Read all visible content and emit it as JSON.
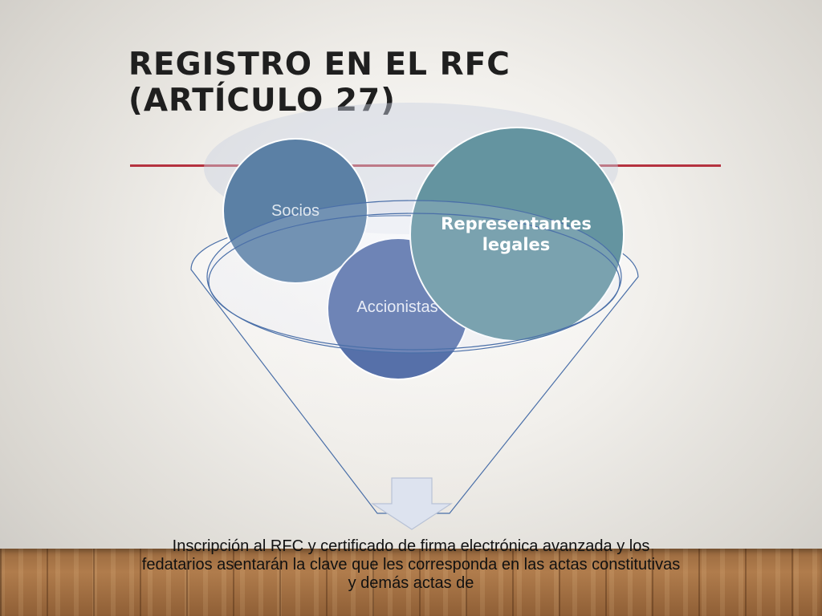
{
  "title": "REGISTRO EN EL RFC (ARTÍCULO 27)",
  "circles": {
    "socios": "Socios",
    "accionistas": "Accionistas",
    "representantes": "Representantes legales"
  },
  "caption": "Inscripción al RFC y certificado de firma electrónica avanzada y los fedatarios asentarán la clave que les corresponda en las actas constitutivas y demás actas de",
  "colors": {
    "accent_rule": "#b5323f",
    "socios": "#5b80a5",
    "accionistas": "#5670a9",
    "representantes": "#6494a0",
    "funnel_outline": "#4a6fa8"
  }
}
